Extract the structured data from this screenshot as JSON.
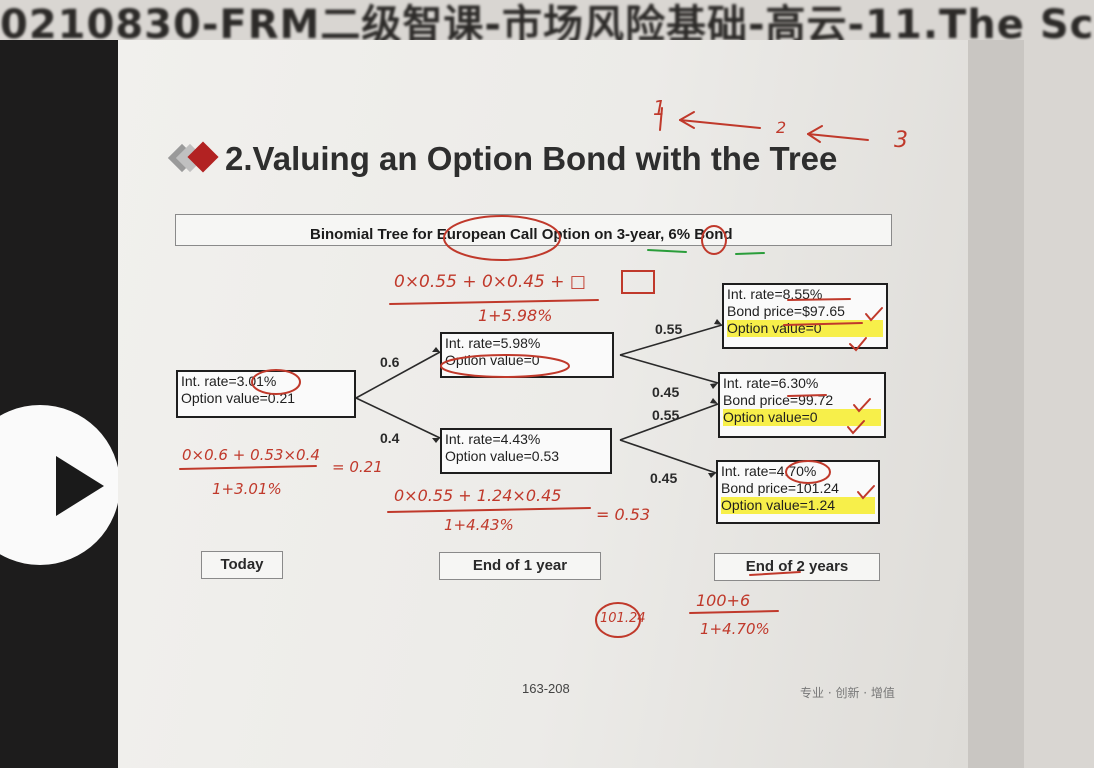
{
  "window": {
    "title": "0210830-FRM二级智课-市场风险基础-高云-11.The Sc"
  },
  "slide": {
    "heading": "2.Valuing an Option Bond with the Tree",
    "tree_title": "Binomial Tree for European Call Option on 3-year, 6% Bond",
    "nodes": {
      "today": {
        "rate": "Int. rate=3.01%",
        "option": "Option value=0.21"
      },
      "y1_up": {
        "rate": "Int. rate=5.98%",
        "option": "Option value=0"
      },
      "y1_down": {
        "rate": "Int. rate=4.43%",
        "option": "Option value=0.53"
      },
      "y2_uu": {
        "rate": "Int. rate=8.55%",
        "bond": "Bond price=$97.65",
        "option": "Option value=0"
      },
      "y2_ud": {
        "rate": "Int. rate=6.30%",
        "bond": "Bond price=99.72",
        "option": "Option value=0"
      },
      "y2_dd": {
        "rate": "Int. rate=4.70%",
        "bond": "Bond price=101.24",
        "option": "Option value=1.24"
      }
    },
    "probabilities": {
      "today_up": "0.6",
      "today_down": "0.4",
      "up_up": "0.55",
      "up_down": "0.45",
      "down_up": "0.55",
      "down_down": "0.45"
    },
    "stages": [
      "Today",
      "End of 1 year",
      "End of 2 years"
    ],
    "page_number": "163-208",
    "footer_mark": "专业 · 创新 · 增值"
  },
  "handwriting": {
    "arrows_label": [
      "1",
      "2",
      "3"
    ],
    "up_numerator": "0×0.55 + 0×0.45 + □",
    "up_denominator": "1+5.98%",
    "today_numerator": "0×0.6 + 0.53×0.4",
    "today_denominator": "1+3.01%",
    "today_result": "= 0.21",
    "down_numerator": "0×0.55 + 1.24×0.45",
    "down_denominator": "1+4.43%",
    "down_result": "= 0.53",
    "bottom_circled": "101.24",
    "bottom_numerator": "100+6",
    "bottom_denominator": "1+4.70%"
  },
  "colors": {
    "ink_red": "#c0392b",
    "highlight": "#f7ef4a",
    "diamond_red": "#b22222",
    "diamond_gray": "#8a8a8a"
  }
}
